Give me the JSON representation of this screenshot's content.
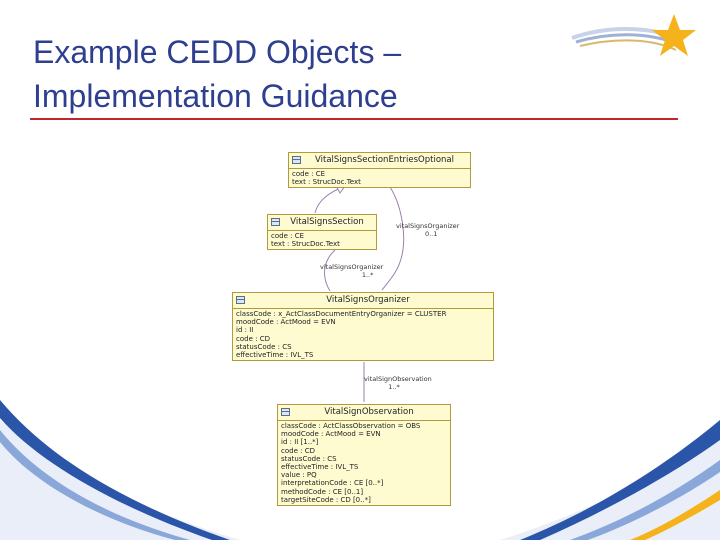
{
  "slide": {
    "title_line1": "Example CEDD Objects –",
    "title_line2": "Implementation Guidance"
  },
  "colors": {
    "title": "#2e3f8f",
    "rule": "#c0272d",
    "class_fill": "#fffbd0",
    "class_border": "#b09a3a",
    "star": "#f5b21a",
    "swoosh_blue": "#2a55a8"
  },
  "diagram": {
    "classes": [
      {
        "name": "VitalSignsSectionEntriesOptional",
        "attributes": [
          "code : CE",
          "text : StrucDoc.Text"
        ]
      },
      {
        "name": "VitalSignsSection",
        "attributes": [
          "code : CE",
          "text : StrucDoc.Text"
        ]
      },
      {
        "name": "VitalSignsOrganizer",
        "attributes": [
          "classCode : x_ActClassDocumentEntryOrganizer = CLUSTER",
          "moodCode : ActMood = EVN",
          "id : II",
          "code : CD",
          "statusCode : CS",
          "effectiveTime : IVL_TS"
        ]
      },
      {
        "name": "VitalSignObservation",
        "attributes": [
          "classCode : ActClassObservation = OBS",
          "moodCode : ActMood = EVN",
          "id : II [1..*]",
          "code : CD",
          "statusCode : CS",
          "effectiveTime : IVL_TS",
          "value : PQ",
          "interpretationCode : CE [0..*]",
          "methodCode : CE [0..1]",
          "targetSiteCode : CD [0..*]"
        ]
      }
    ],
    "associations": [
      {
        "role": "vitalSignsOrganizer",
        "multiplicity": "0..1"
      },
      {
        "role": "vitalSignsOrganizer",
        "multiplicity": "1..*"
      },
      {
        "role": "vitalSignObservation",
        "multiplicity": "1..*"
      }
    ]
  }
}
